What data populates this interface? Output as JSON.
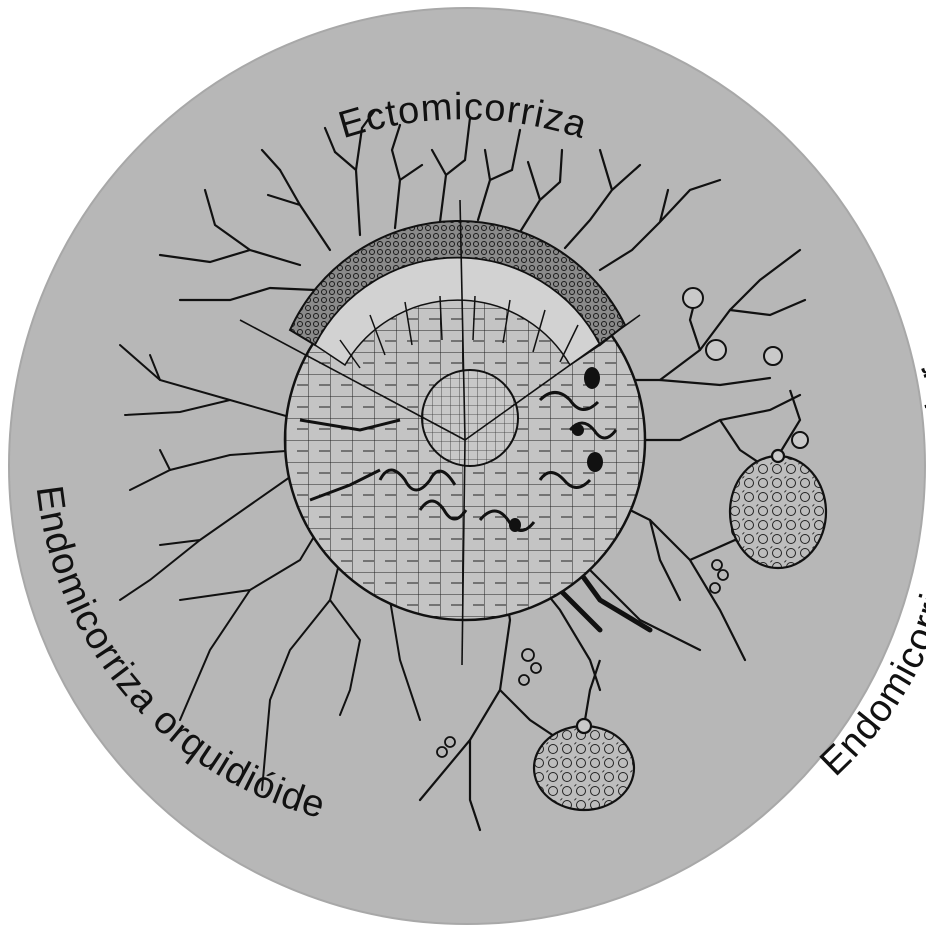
{
  "diagram": {
    "sectors": [
      {
        "label": "Ectomicorriza"
      },
      {
        "label": "Endomicorriza arbuscular"
      },
      {
        "label": "Endomicorriza orquidióide"
      }
    ]
  },
  "colors": {
    "disc": "#b7b7b7",
    "line": "#111111",
    "cell_fill": "#c4c4c4",
    "mantle": "#7a7a7a",
    "spore_fill": "#bdbdbd"
  }
}
